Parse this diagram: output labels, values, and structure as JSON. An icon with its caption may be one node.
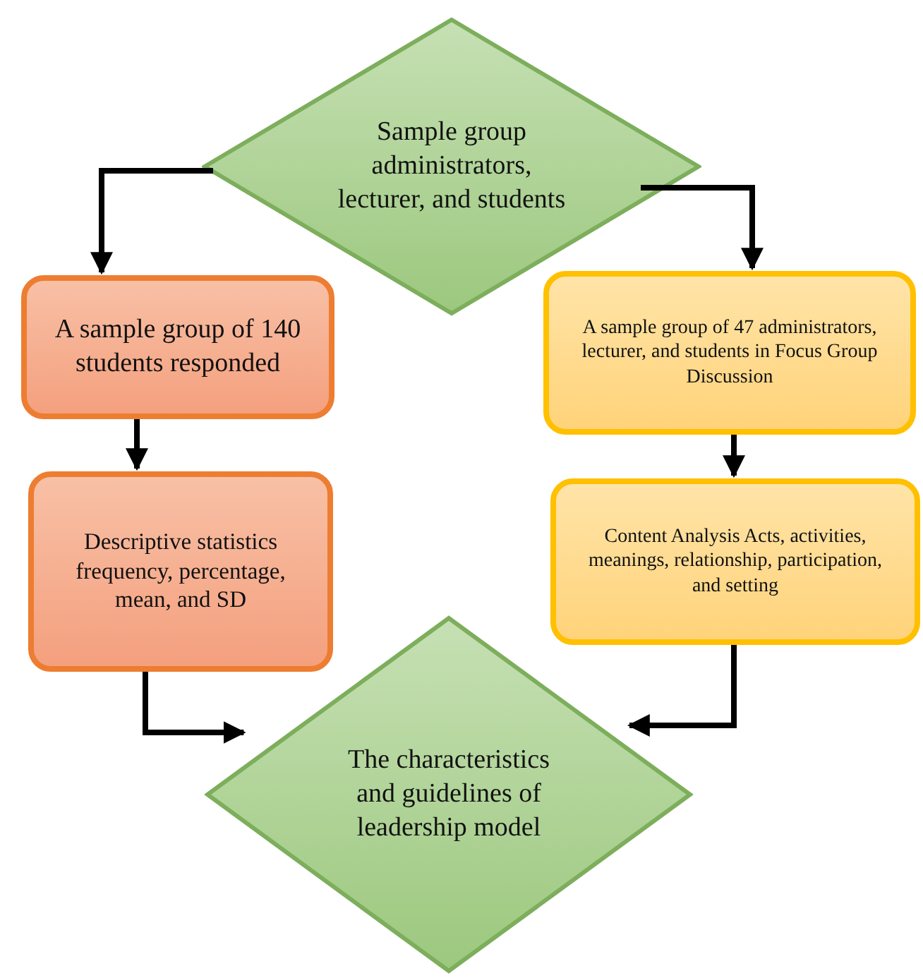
{
  "diagram": {
    "nodes": [
      {
        "text": [
          "Sample group administrators, lecturer, and students"
        ]
      },
      {
        "text": [
          "A sample group of 140 students responded"
        ]
      },
      {
        "text": [
          "Descriptive statistics frequency, percentage, mean, and SD"
        ]
      },
      {
        "text": [
          "A sample group of 47 administrators, lecturer, and students in Focus Group Discussion"
        ]
      },
      {
        "text": [
          "Content Analysis Acts, activities, meanings, relationship, participation, and setting"
        ]
      },
      {
        "text": [
          "The characteristics and guidelines of leadership model"
        ]
      }
    ],
    "edges": [
      {
        "from": 0,
        "to": 1,
        "arrow": "to"
      },
      {
        "from": 0,
        "to": 3,
        "arrow": "to"
      },
      {
        "from": 1,
        "to": 2,
        "arrow": "to"
      },
      {
        "from": 3,
        "to": 4,
        "arrow": "to"
      },
      {
        "from": 2,
        "to": 5,
        "arrow": "to"
      },
      {
        "from": 4,
        "to": 5,
        "arrow": "to"
      }
    ]
  }
}
